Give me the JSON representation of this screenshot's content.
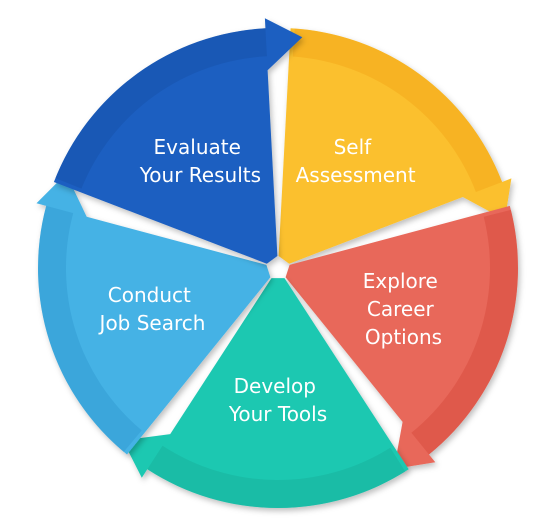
{
  "segments": [
    {
      "id": "self-assessment",
      "lines": [
        "Self",
        "Assessment"
      ],
      "color": "#FBC02D",
      "shade": "#F2A516"
    },
    {
      "id": "explore-career-options",
      "lines": [
        "Explore",
        "Career",
        "Options"
      ],
      "color": "#E8685A",
      "shade": "#D4473A"
    },
    {
      "id": "develop-your-tools",
      "lines": [
        "Develop",
        "Your Tools"
      ],
      "color": "#1FC8B1",
      "shade": "#18AE98"
    },
    {
      "id": "conduct-job-search",
      "lines": [
        "Conduct",
        "Job Search"
      ],
      "color": "#45B2E5",
      "shade": "#2F97CF"
    },
    {
      "id": "evaluate-your-results",
      "lines": [
        "Evaluate",
        "Your Results"
      ],
      "color": "#1B5FC1",
      "shade": "#164FA6"
    }
  ]
}
